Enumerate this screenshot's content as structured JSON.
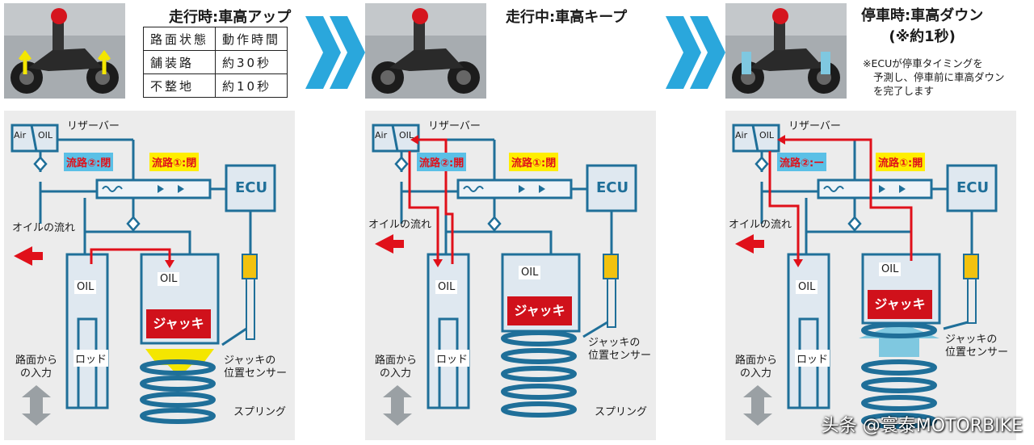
{
  "stages": [
    {
      "title": "走行時:車高アップ",
      "table": {
        "header": [
          "路面状態",
          "動作時間"
        ],
        "rows": [
          [
            "舗装路",
            "約30秒"
          ],
          [
            "不整地",
            "約10秒"
          ]
        ]
      }
    },
    {
      "title": "走行中:車高キープ"
    },
    {
      "title_line1": "停車時:車高ダウン",
      "title_line2": "(※約1秒)",
      "note_line1": "※ECUが停車タイミングを",
      "note_line2": "予測し、停車前に車高ダウン",
      "note_line3": "を完了します"
    }
  ],
  "diagrams": [
    {
      "path2": "流路②:閉",
      "path1": "流路①:閉"
    },
    {
      "path2": "流路②:開",
      "path1": "流路①:閉"
    },
    {
      "path2": "流路②:ー",
      "path1": "流路①:開"
    }
  ],
  "labels": {
    "air": "Air",
    "oil": "OIL",
    "reservoir": "リザーバー",
    "ecu": "ECU",
    "oil_flow": "オイルの流れ",
    "jack": "ジャッキ",
    "rod": "ロッド",
    "road_input_1": "路面から",
    "road_input_2": "の入力",
    "jack_sensor_1": "ジャッキの",
    "jack_sensor_2": "位置センサー",
    "spring": "スプリング"
  },
  "watermark": "头条 @寰泰MOTORBIKE",
  "colors": {
    "line_blue": "#1f6f99",
    "chamber_fill": "#dfe8f0",
    "jack_red": "#d0111b",
    "flow_red": "#e0101a",
    "tag_blue": "#5bc0e6",
    "tag_yellow": "#ffee00",
    "arrow_blue": "#2aa7dc",
    "arrow_yellow": "#f4e600",
    "arrow_lightblue": "#7fc8e0",
    "sensor_yellow": "#f2c20e"
  }
}
